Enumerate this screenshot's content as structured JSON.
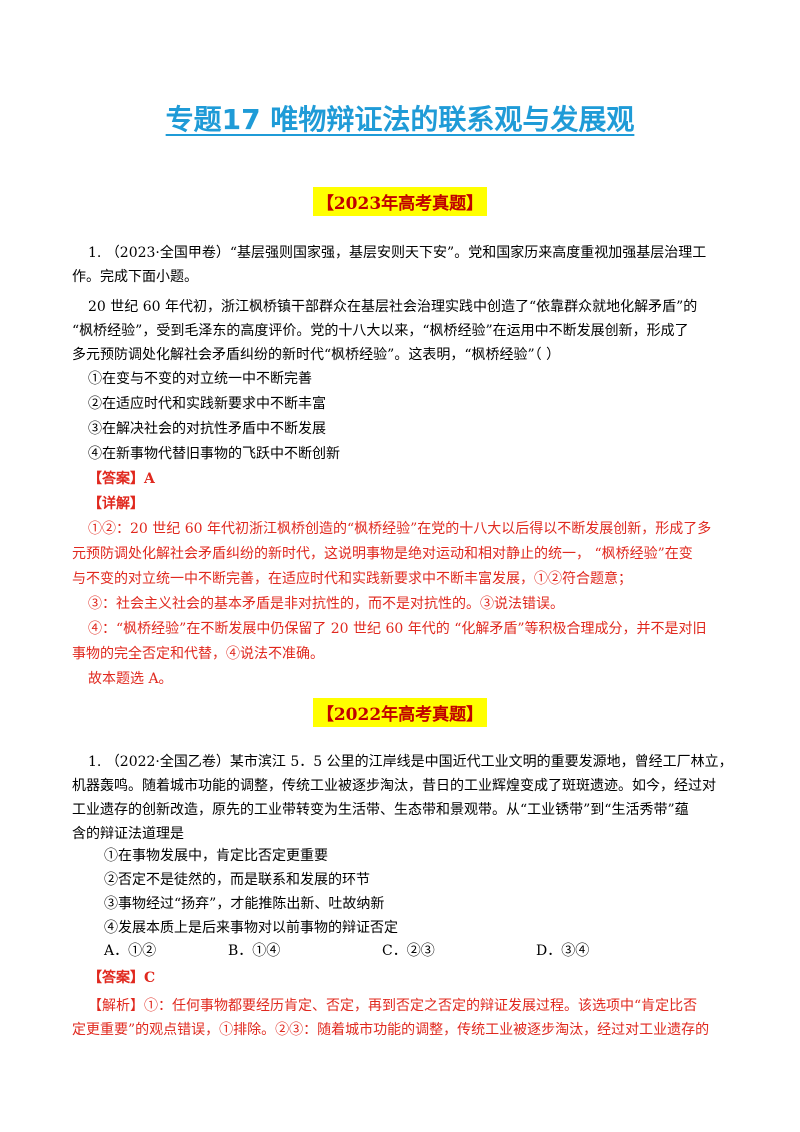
{
  "title": "专题17  唯物辩证法的联系观与发展观",
  "section2023": {
    "header": "【2023年高考真题】",
    "q_line1": "1.  （2023·全国甲卷）“基层强则国家强，基层安则天下安”。党和国家历来高度重视加强基层治理工",
    "q_line2": "作。完成下面小题。",
    "q_line3": "20 世纪 60 年代初，浙江枫桥镇干部群众在基层社会治理实践中创造了“依靠群众就地化解矛盾”的",
    "q_line4": "“枫桥经验”，受到毛泽东的高度评价。党的十八大以来，“枫桥经验”在运用中不断发展创新，形成了",
    "q_line5": "多元预防调处化解社会矛盾纠纷的新时代“枫桥经验”。这表明，“枫桥经验”（    ）",
    "options": [
      "①在变与不变的对立统一中不断完善",
      "②在适应时代和实践新要求中不断丰富",
      "③在解决社会的对抗性矛盾中不断发展",
      "④在新事物代替旧事物的飞跃中不断创新"
    ],
    "answer": "【答案】A",
    "detail_label": "【详解】",
    "detail": [
      "①②：20 世纪 60 年代初浙江枫桥创造的“枫桥经验”在党的十八大以后得以不断发展创新，形成了多",
      "元预防调处化解社会矛盾纠纷的新时代，这说明事物是绝对运动和相对静止的统一，  “枫桥经验”在变",
      "与不变的对立统一中不断完善，在适应时代和实践新要求中不断丰富发展，①②符合题意；",
      "③：社会主义社会的基本矛盾是非对抗性的，而不是对抗性的。③说法错误。",
      "④：“枫桥经验”在不断发展中仍保留了 20 世纪 60 年代的  “化解矛盾”等积极合理成分，并不是对旧",
      "事物的完全否定和代替，④说法不准确。"
    ],
    "conclusion": "故本题选 A。"
  },
  "section2022": {
    "header": "【2022年高考真题】",
    "q_line1": "1.  （2022·全国乙卷）某市滨江 5．5 公里的江岸线是中国近代工业文明的重要发源地，曾经工厂林立，",
    "q_line2": "机器轰鸣。随着城市功能的调整，传统工业被逐步淘汰，昔日的工业辉煌变成了斑斑遗迹。如今，经过对",
    "q_line3": "工业遗存的创新改造，原先的工业带转变为生活带、生态带和景观带。从“工业锈带”到“生活秀带”蕴",
    "q_line4": "含的辩证法道理是",
    "options": [
      "①在事物发展中，肯定比否定更重要",
      "②否定不是徒然的，而是联系和发展的环节",
      "③事物经过“扬弃”，才能推陈出新、吐故纳新",
      "④发展本质上是后来事物对以前事物的辩证否定"
    ],
    "choices": [
      "A．①②",
      "B．①④",
      "C．②③",
      "D．③④"
    ],
    "answer": "【答案】C",
    "analysis_line1": "【解析】①：任何事物都要经历肯定、否定，再到否定之否定的辩证发展过程。该选项中“肯定比否",
    "analysis_line2": "定更重要”的观点错误，①排除。②③：随着城市功能的调整，传统工业被逐步淘汰，经过对工业遗存的"
  }
}
